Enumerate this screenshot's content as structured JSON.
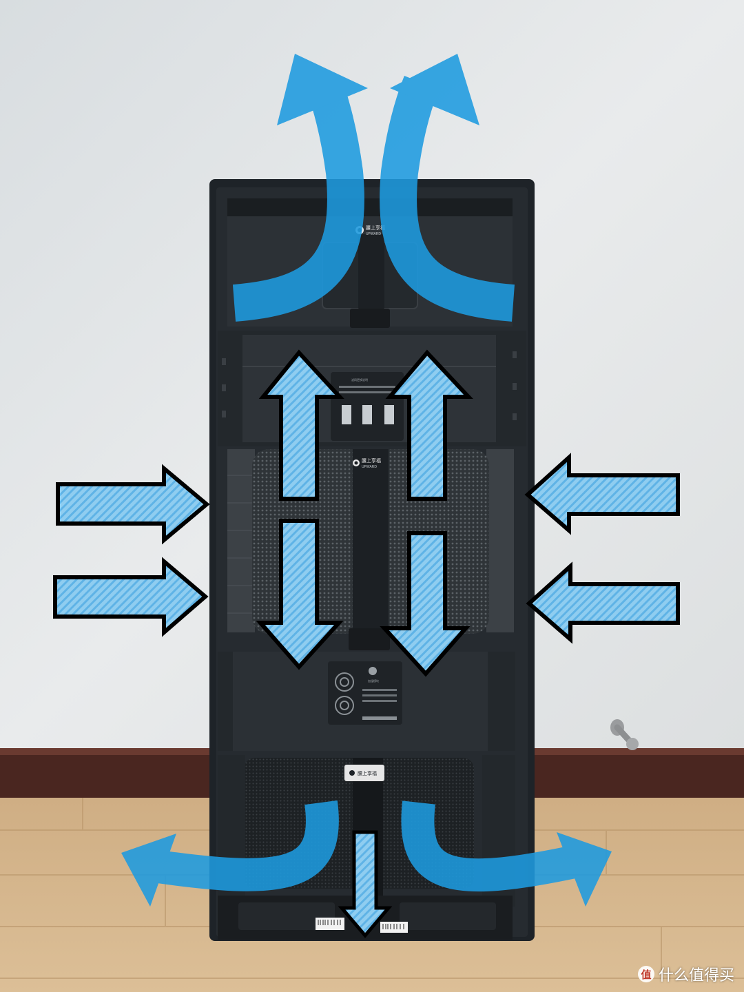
{
  "photo": {
    "subject": "",
    "colors": {
      "wall": "#dfe3e6",
      "floor": "#d2b184",
      "baseboard": "#4a2620",
      "purifier_body": "#1e2328",
      "arrow_blue": "#1e9be0",
      "hatched_arrow": "#8ccbf0"
    }
  },
  "panels": {
    "top_filter": {
      "brand_cn": "腰上享福",
      "brand_en": "UPWARD"
    },
    "middle_filter": {
      "brand_cn": "腰上享福",
      "brand_en": "UPWARD",
      "label_heading": "滤网更换说明"
    },
    "lower_module": {
      "label_heading": "加湿模块"
    },
    "bottom_filter": {
      "brand_cn": "腰上享福"
    }
  },
  "watermark": {
    "icon": "值",
    "text": "什么值得买"
  }
}
